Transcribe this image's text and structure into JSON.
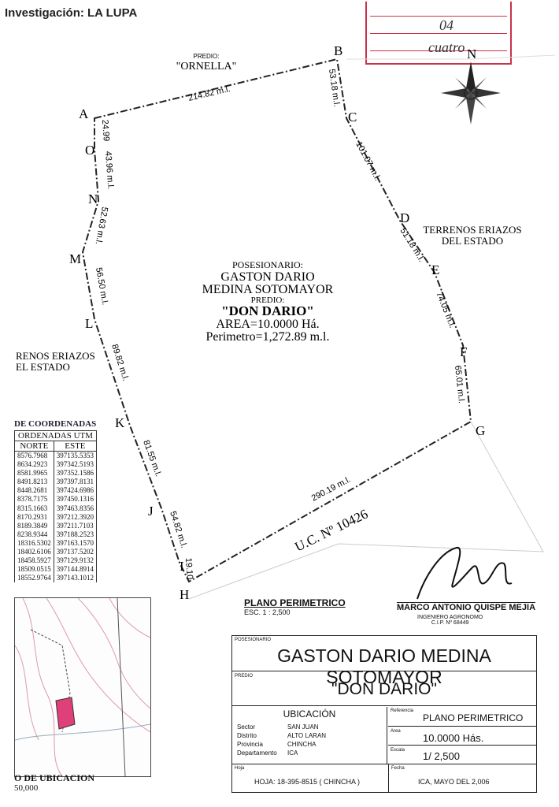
{
  "header": {
    "title": "Investigación: LA LUPA"
  },
  "stamp": {
    "number": "04",
    "word": "cuatro"
  },
  "plan": {
    "north_label": "N",
    "points": [
      {
        "id": "A",
        "label": "A"
      },
      {
        "id": "B",
        "label": "B"
      },
      {
        "id": "C",
        "label": "C"
      },
      {
        "id": "D",
        "label": "D"
      },
      {
        "id": "E",
        "label": "E"
      },
      {
        "id": "F",
        "label": "F"
      },
      {
        "id": "G",
        "label": "G"
      },
      {
        "id": "H",
        "label": "H"
      },
      {
        "id": "I",
        "label": "I"
      },
      {
        "id": "J",
        "label": "J"
      },
      {
        "id": "K",
        "label": "K"
      },
      {
        "id": "L",
        "label": "L"
      },
      {
        "id": "M",
        "label": "M"
      },
      {
        "id": "N",
        "label": "N"
      },
      {
        "id": "O",
        "label": "O"
      }
    ],
    "sides": [
      {
        "from": "A",
        "to": "B",
        "length": "214.82 m.l."
      },
      {
        "from": "B",
        "to": "C",
        "length": "53.18 m.l."
      },
      {
        "from": "C",
        "to": "D",
        "length": "101.07 m.l."
      },
      {
        "from": "D",
        "to": "E",
        "length": "51.18 m.l."
      },
      {
        "from": "E",
        "to": "F",
        "length": "74.05 m.l."
      },
      {
        "from": "F",
        "to": "G",
        "length": "65.01 m.l."
      },
      {
        "from": "G",
        "to": "H",
        "length": "290.19 m.l."
      },
      {
        "from": "H",
        "to": "I",
        "length": "19.10"
      },
      {
        "from": "I",
        "to": "J",
        "length": "54.82 m.l."
      },
      {
        "from": "J",
        "to": "K",
        "length": "81.55 m.l."
      },
      {
        "from": "K",
        "to": "L",
        "length": "89.82 m.l."
      },
      {
        "from": "L",
        "to": "M",
        "length": "56.50 m.l."
      },
      {
        "from": "M",
        "to": "N",
        "length": "52.63 m.l."
      },
      {
        "from": "N",
        "to": "O",
        "length": "43.96 m.l."
      },
      {
        "from": "O",
        "to": "A",
        "length": "24.99"
      }
    ],
    "neighbor_top_line1": "PREDIO:",
    "neighbor_top_line2": "\"ORNELLA\"",
    "neighbor_right_line1": "TERRENOS ERIAZOS",
    "neighbor_right_line2": "DEL ESTADO",
    "neighbor_left_line1": "RENOS ERIAZOS",
    "neighbor_left_line2": "EL ESTADO",
    "uc": "U.C. Nº 10426",
    "center": {
      "l1": "POSESIONARIO:",
      "l2": "GASTON DARIO",
      "l3": "MEDINA SOTOMAYOR",
      "l4": "PREDIO:",
      "l5": "\"DON DARIO\"",
      "l6": "AREA=10.0000 Há.",
      "l7": "Perimetro=1,272.89 m.l."
    }
  },
  "coords": {
    "title": "DE COORDENADAS",
    "subtitle": "ORDENADAS UTM",
    "col_norte": "NORTE",
    "col_este": "ESTE",
    "rows": [
      {
        "n": "8576.7968",
        "e": "397135.5353"
      },
      {
        "n": "8634.2923",
        "e": "397342.5193"
      },
      {
        "n": "8581.9965",
        "e": "397352.1586"
      },
      {
        "n": "8491.8213",
        "e": "397397.8131"
      },
      {
        "n": "8448.2681",
        "e": "397424.6986"
      },
      {
        "n": "8378.7175",
        "e": "397450.1316"
      },
      {
        "n": "8315.1663",
        "e": "397463.8356"
      },
      {
        "n": "8170.2931",
        "e": "397212.3920"
      },
      {
        "n": "8189.3849",
        "e": "397211.7103"
      },
      {
        "n": "8238.9344",
        "e": "397188.2523"
      },
      {
        "n": "18316.5302",
        "e": "397163.1570"
      },
      {
        "n": "18402.6106",
        "e": "397137.5202"
      },
      {
        "n": "18458.5927",
        "e": "397129.9132"
      },
      {
        "n": "18509.0515",
        "e": "397144.8914"
      },
      {
        "n": "18552.9764",
        "e": "397143.1012"
      }
    ]
  },
  "location_map": {
    "label": "O DE UBICACION",
    "scale": "50,000"
  },
  "plano": {
    "title": "PLANO PERIMETRICO",
    "scale": "ESC. 1 : 2,500"
  },
  "signature": {
    "name": "MARCO ANTONIO QUISPE MEJIA",
    "title": "INGENIERO AGRONOMO",
    "cip": "C.I.P. Nº 68449"
  },
  "title_block": {
    "posesionario_label": "POSESIONARIO",
    "posesionario": "GASTON DARIO MEDINA SOTOMAYOR",
    "predio_label": "PREDIO",
    "predio": "\"DON DARIO\"",
    "ubicacion_label": "UBICACIÓN",
    "sector_label": "Sector",
    "sector": "SAN JUAN",
    "distrito_label": "Distrito",
    "distrito": "ALTO LARAN",
    "provincia_label": "Provincia",
    "provincia": "CHINCHA",
    "departamento_label": "Departamento",
    "departamento": "ICA",
    "referencia_label": "Referencia",
    "referencia": "PLANO PERIMETRICO",
    "area_label": "Area",
    "area": "10.0000 Hás.",
    "escala_label": "Escala",
    "escala": "1/ 2,500",
    "hoja_label": "Hoja",
    "hoja": "HOJA: 18-395-8515 ( CHINCHA )",
    "fecha_label": "Fecha",
    "fecha": "ICA, MAYO DEL 2,006"
  }
}
